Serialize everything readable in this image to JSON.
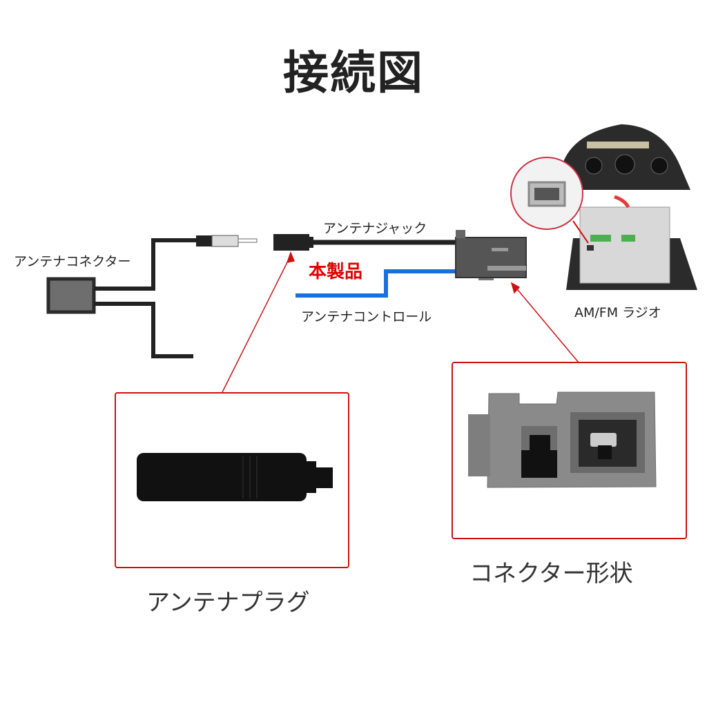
{
  "title": "接続図",
  "labels": {
    "antenna_connector": "アンテナコネクター",
    "antenna_jack": "アンテナジャック",
    "product": "本製品",
    "antenna_control": "アンテナコントロール",
    "radio": "AM/FM ラジオ",
    "antenna_plug_caption": "アンテナプラグ",
    "connector_shape_caption": "コネクター形状"
  },
  "colors": {
    "wire": "#222222",
    "control_wire": "#1a6fe0",
    "callout": "#cc1111",
    "product_text": "#e00000",
    "connector_gray": "#888888"
  }
}
